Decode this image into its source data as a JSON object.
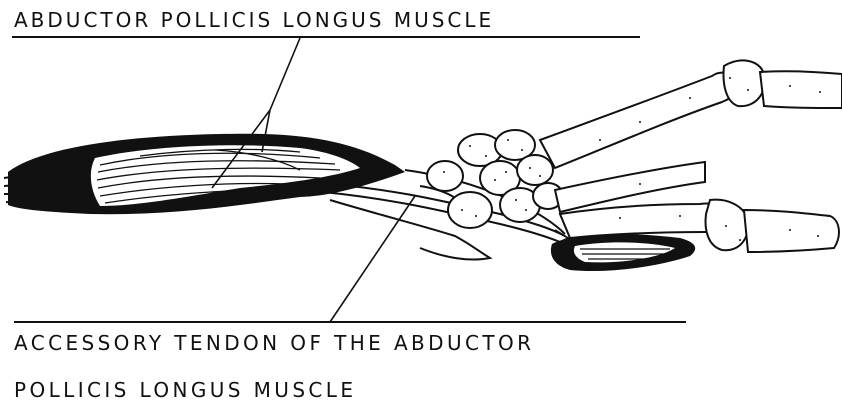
{
  "labels": {
    "top": "ABDUCTOR POLLICIS LONGUS MUSCLE",
    "bottom_line1": "ACCESSORY TENDON OF THE ABDUCTOR",
    "bottom_line2": "POLLICIS LONGUS MUSCLE"
  },
  "colors": {
    "ink": "#111111",
    "paper": "#ffffff"
  }
}
